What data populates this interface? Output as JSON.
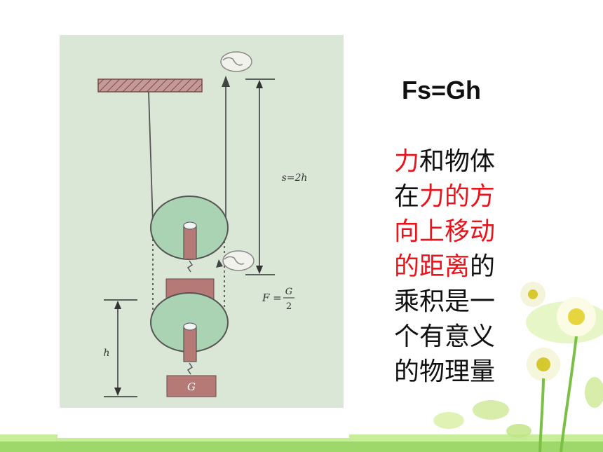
{
  "figure": {
    "labels": {
      "s": "s=2h",
      "f_prefix": "F =",
      "f_num": "G",
      "f_den": "2",
      "h": "h",
      "g": "G"
    }
  },
  "formula": "Fs=Gh",
  "explanation": [
    [
      {
        "t": "力",
        "red": true
      },
      {
        "t": "和物体",
        "red": false
      }
    ],
    [
      {
        "t": "在",
        "red": false
      },
      {
        "t": "力的方",
        "red": true
      }
    ],
    [
      {
        "t": "向上移动",
        "red": true
      }
    ],
    [
      {
        "t": "的距离",
        "red": true
      },
      {
        "t": "的",
        "red": false
      }
    ],
    [
      {
        "t": "乘积是一",
        "red": false
      }
    ],
    [
      {
        "t": "个有意义",
        "red": false
      }
    ],
    [
      {
        "t": "的物理量",
        "red": false
      }
    ]
  ],
  "colors": {
    "panel": "#dbe7d6",
    "pulley": "#a9d3b3",
    "block": "#b67a76",
    "text_red": "#e8141c",
    "grass": "#b8e986"
  }
}
